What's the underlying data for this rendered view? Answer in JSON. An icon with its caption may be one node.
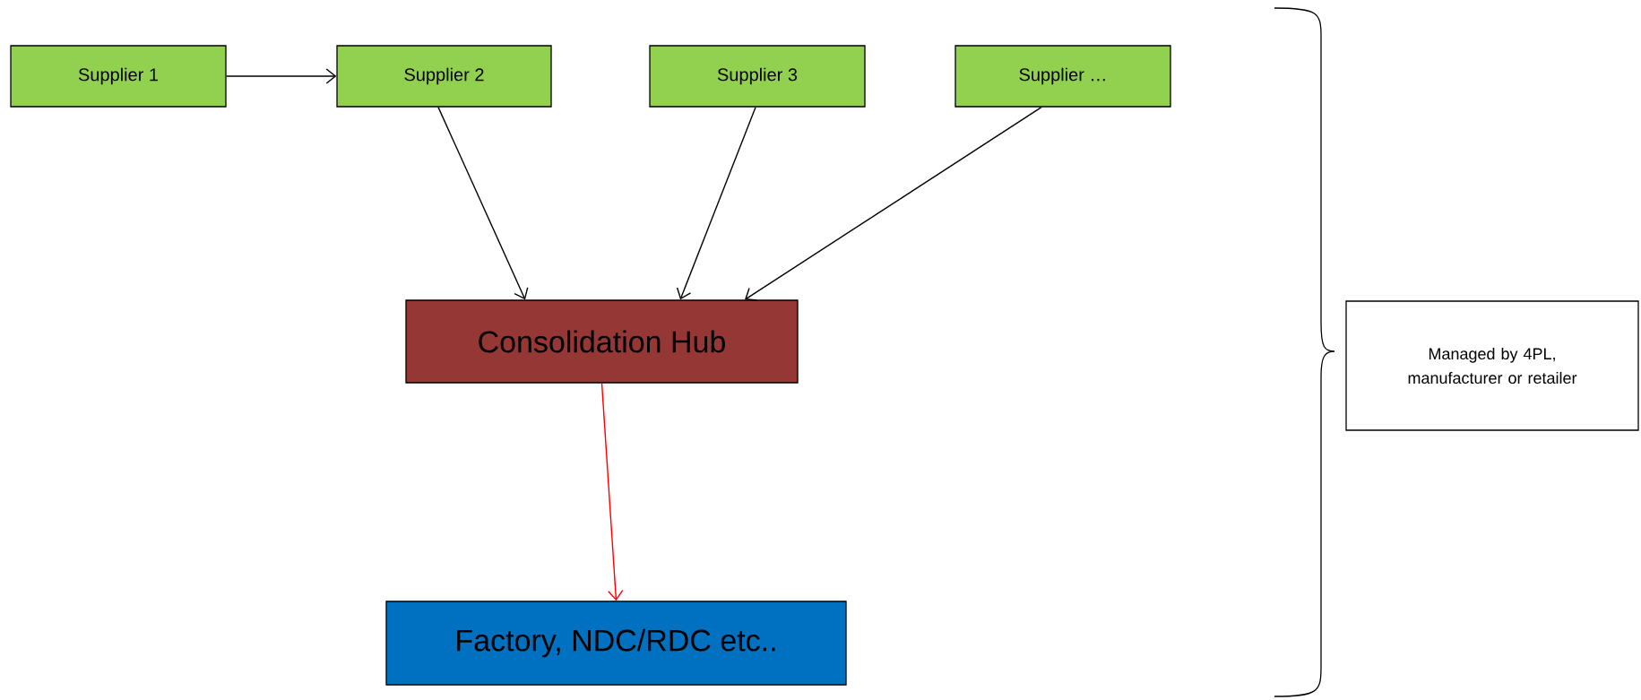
{
  "diagram": {
    "nodes": [
      {
        "text": [
          "Supplier 1"
        ]
      },
      {
        "text": [
          "Supplier 2"
        ]
      },
      {
        "text": [
          "Supplier 3"
        ]
      },
      {
        "text": [
          "Supplier …"
        ]
      },
      {
        "text": [
          "Consolidation Hub"
        ]
      },
      {
        "text": [
          "Factory, NDC/RDC etc.."
        ]
      },
      {
        "text": [
          "Managed by 4PL, manufacturer or retailer"
        ]
      }
    ],
    "edges": [
      {
        "from": 0,
        "to": 1,
        "arrow": "to"
      },
      {
        "from": 1,
        "to": 4,
        "arrow": "to"
      },
      {
        "from": 2,
        "to": 4,
        "arrow": "to"
      },
      {
        "from": 3,
        "to": 4,
        "arrow": "to"
      },
      {
        "from": 4,
        "to": 5,
        "arrow": "to",
        "color": "#ff0000"
      }
    ]
  }
}
